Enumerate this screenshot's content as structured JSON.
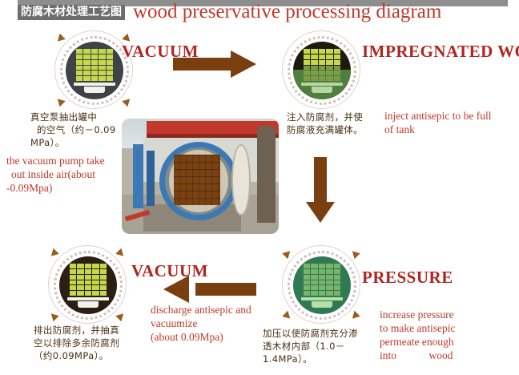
{
  "header": {
    "cn_badge": "防腐木材处理工艺图",
    "en_title": "wood preservative processing diagram",
    "accent_red": "#c0392b",
    "bar_grey": "#8e8e8e"
  },
  "stages": [
    {
      "key": "vacuum-1",
      "label": "VACUUM",
      "icon": "vacuum-chamber-icon",
      "caption_cn": "真空泵抽出罐中的空气（约－0.09MPa）。",
      "caption_cn_lines": [
        "真空泵抽出罐中",
        "的空气（约－0.09",
        "MPa）。"
      ],
      "caption_en_lines": [
        "the vacuum pump take",
        "out inside air(about",
        "-0.09Mpa)"
      ],
      "vessel_color": "#3e4348",
      "liquid_level_pct": 0,
      "arrow_direction": "outward"
    },
    {
      "key": "impregnated-wood",
      "label": "IMPREGNATED WOOD",
      "icon": "impregnated-chamber-icon",
      "caption_cn": "注入防腐剂，并使防腐液充满罐体。",
      "caption_cn_lines": [
        "注入防腐剂，并使",
        "防腐液充满罐体。"
      ],
      "caption_en_lines": [
        "inject antisepic to be full",
        "of tank"
      ],
      "vessel_color": "#1d1a10",
      "liquid_level_pct": 52,
      "liquid_color": "#4e7f3e",
      "arrow_direction": "none"
    },
    {
      "key": "pressure",
      "label": "PRESSURE",
      "icon": "pressure-chamber-icon",
      "caption_cn": "加压以使防腐剂充分渗透木材内部（1.0－1.4MPa）。",
      "caption_cn_lines": [
        "加压以使防腐剂充分渗",
        "透木材内部（1.0－",
        "1.4MPa）。"
      ],
      "caption_en_lines": [
        "increase pressure",
        "to make antisepic",
        "permeate enough",
        "into            wood"
      ],
      "vessel_color": "#2f7a53",
      "liquid_level_pct": 100,
      "liquid_color": "#2f7a53",
      "arrow_direction": "inward"
    },
    {
      "key": "vacuum-2",
      "label": "VACUUM",
      "icon": "vacuum-discharge-icon",
      "caption_cn": "排出防腐剂，并抽真空以排除多余防腐剂（约0.09MPa）。",
      "caption_cn_lines": [
        "排出防腐剂，并抽真",
        "空以排除多余防腐剂",
        "（约0.09MPa）。"
      ],
      "caption_en_lines": [
        "discharge antisepic and",
        "vacuumize",
        "(about 0.09Mpa)"
      ],
      "vessel_color": "#2a1f12",
      "liquid_level_pct": 0,
      "arrow_direction": "outward"
    }
  ],
  "flow_arrows": [
    {
      "name": "arrow-right-top",
      "direction": "right",
      "color": "#7a3f10"
    },
    {
      "name": "arrow-down-right",
      "direction": "down",
      "color": "#7a3f10"
    },
    {
      "name": "arrow-left-bottom",
      "direction": "left",
      "color": "#7a3f10"
    }
  ],
  "photo": {
    "name": "autoclave-photo",
    "alt": "blue autoclave pressure vessel loaded with stacked timber"
  }
}
